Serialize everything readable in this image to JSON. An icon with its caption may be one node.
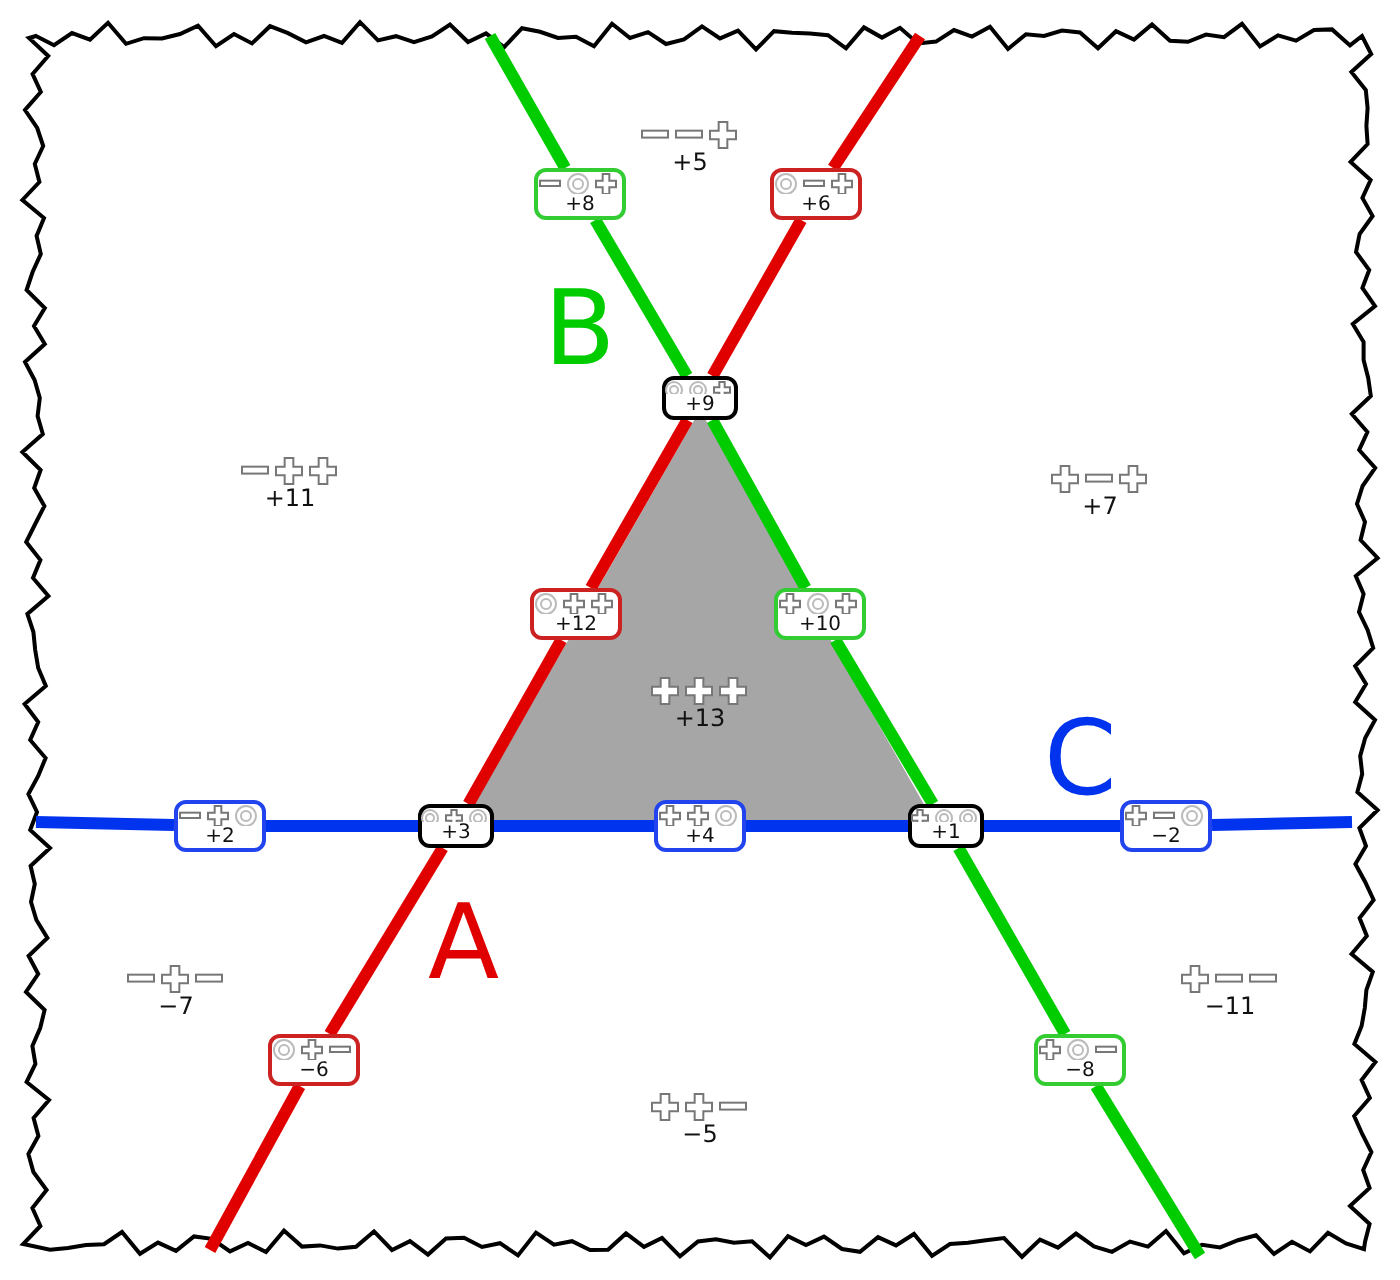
{
  "diagram": {
    "nodes": [
      {
        "text": [
          "+8"
        ]
      },
      {
        "text": [
          "+6"
        ]
      },
      {
        "text": [
          "+9"
        ]
      },
      {
        "text": [
          "+12"
        ]
      },
      {
        "text": [
          "+10"
        ]
      },
      {
        "text": [
          "+2"
        ]
      },
      {
        "text": [
          "+3"
        ]
      },
      {
        "text": [
          "+4"
        ]
      },
      {
        "text": [
          "+1"
        ]
      },
      {
        "text": [
          "−2"
        ]
      },
      {
        "text": [
          "−6"
        ]
      },
      {
        "text": [
          "−8"
        ]
      }
    ],
    "edges": [
      {
        "from": null,
        "to": 10,
        "arrow": "none",
        "color": "#e00000"
      },
      {
        "from": 10,
        "to": 6,
        "arrow": "none",
        "color": "#e00000"
      },
      {
        "from": 6,
        "to": 3,
        "arrow": "none",
        "color": "#e00000"
      },
      {
        "from": 3,
        "to": 2,
        "arrow": "none",
        "color": "#e00000"
      },
      {
        "from": 2,
        "to": 1,
        "arrow": "none",
        "color": "#e00000"
      },
      {
        "from": 1,
        "to": null,
        "arrow": "none",
        "color": "#e00000"
      },
      {
        "from": null,
        "to": 0,
        "arrow": "none",
        "color": "#00cc00"
      },
      {
        "from": 0,
        "to": 2,
        "arrow": "none",
        "color": "#00cc00"
      },
      {
        "from": 2,
        "to": 4,
        "arrow": "none",
        "color": "#00cc00"
      },
      {
        "from": 4,
        "to": 8,
        "arrow": "none",
        "color": "#00cc00"
      },
      {
        "from": 8,
        "to": 11,
        "arrow": "none",
        "color": "#00cc00"
      },
      {
        "from": 11,
        "to": null,
        "arrow": "none",
        "color": "#00cc00"
      },
      {
        "from": null,
        "to": 5,
        "arrow": "none",
        "color": "#0033ee"
      },
      {
        "from": 5,
        "to": 6,
        "arrow": "none",
        "color": "#0033ee"
      },
      {
        "from": 6,
        "to": 7,
        "arrow": "none",
        "color": "#0033ee"
      },
      {
        "from": 7,
        "to": 8,
        "arrow": "none",
        "color": "#0033ee"
      },
      {
        "from": 8,
        "to": 9,
        "arrow": "none",
        "color": "#0033ee"
      },
      {
        "from": 9,
        "to": null,
        "arrow": "none",
        "color": "#0033ee"
      }
    ],
    "labels": [
      "+5",
      "B",
      "+11",
      "+7",
      "+13",
      "C",
      "A",
      "−7",
      "−11",
      "−5"
    ]
  }
}
